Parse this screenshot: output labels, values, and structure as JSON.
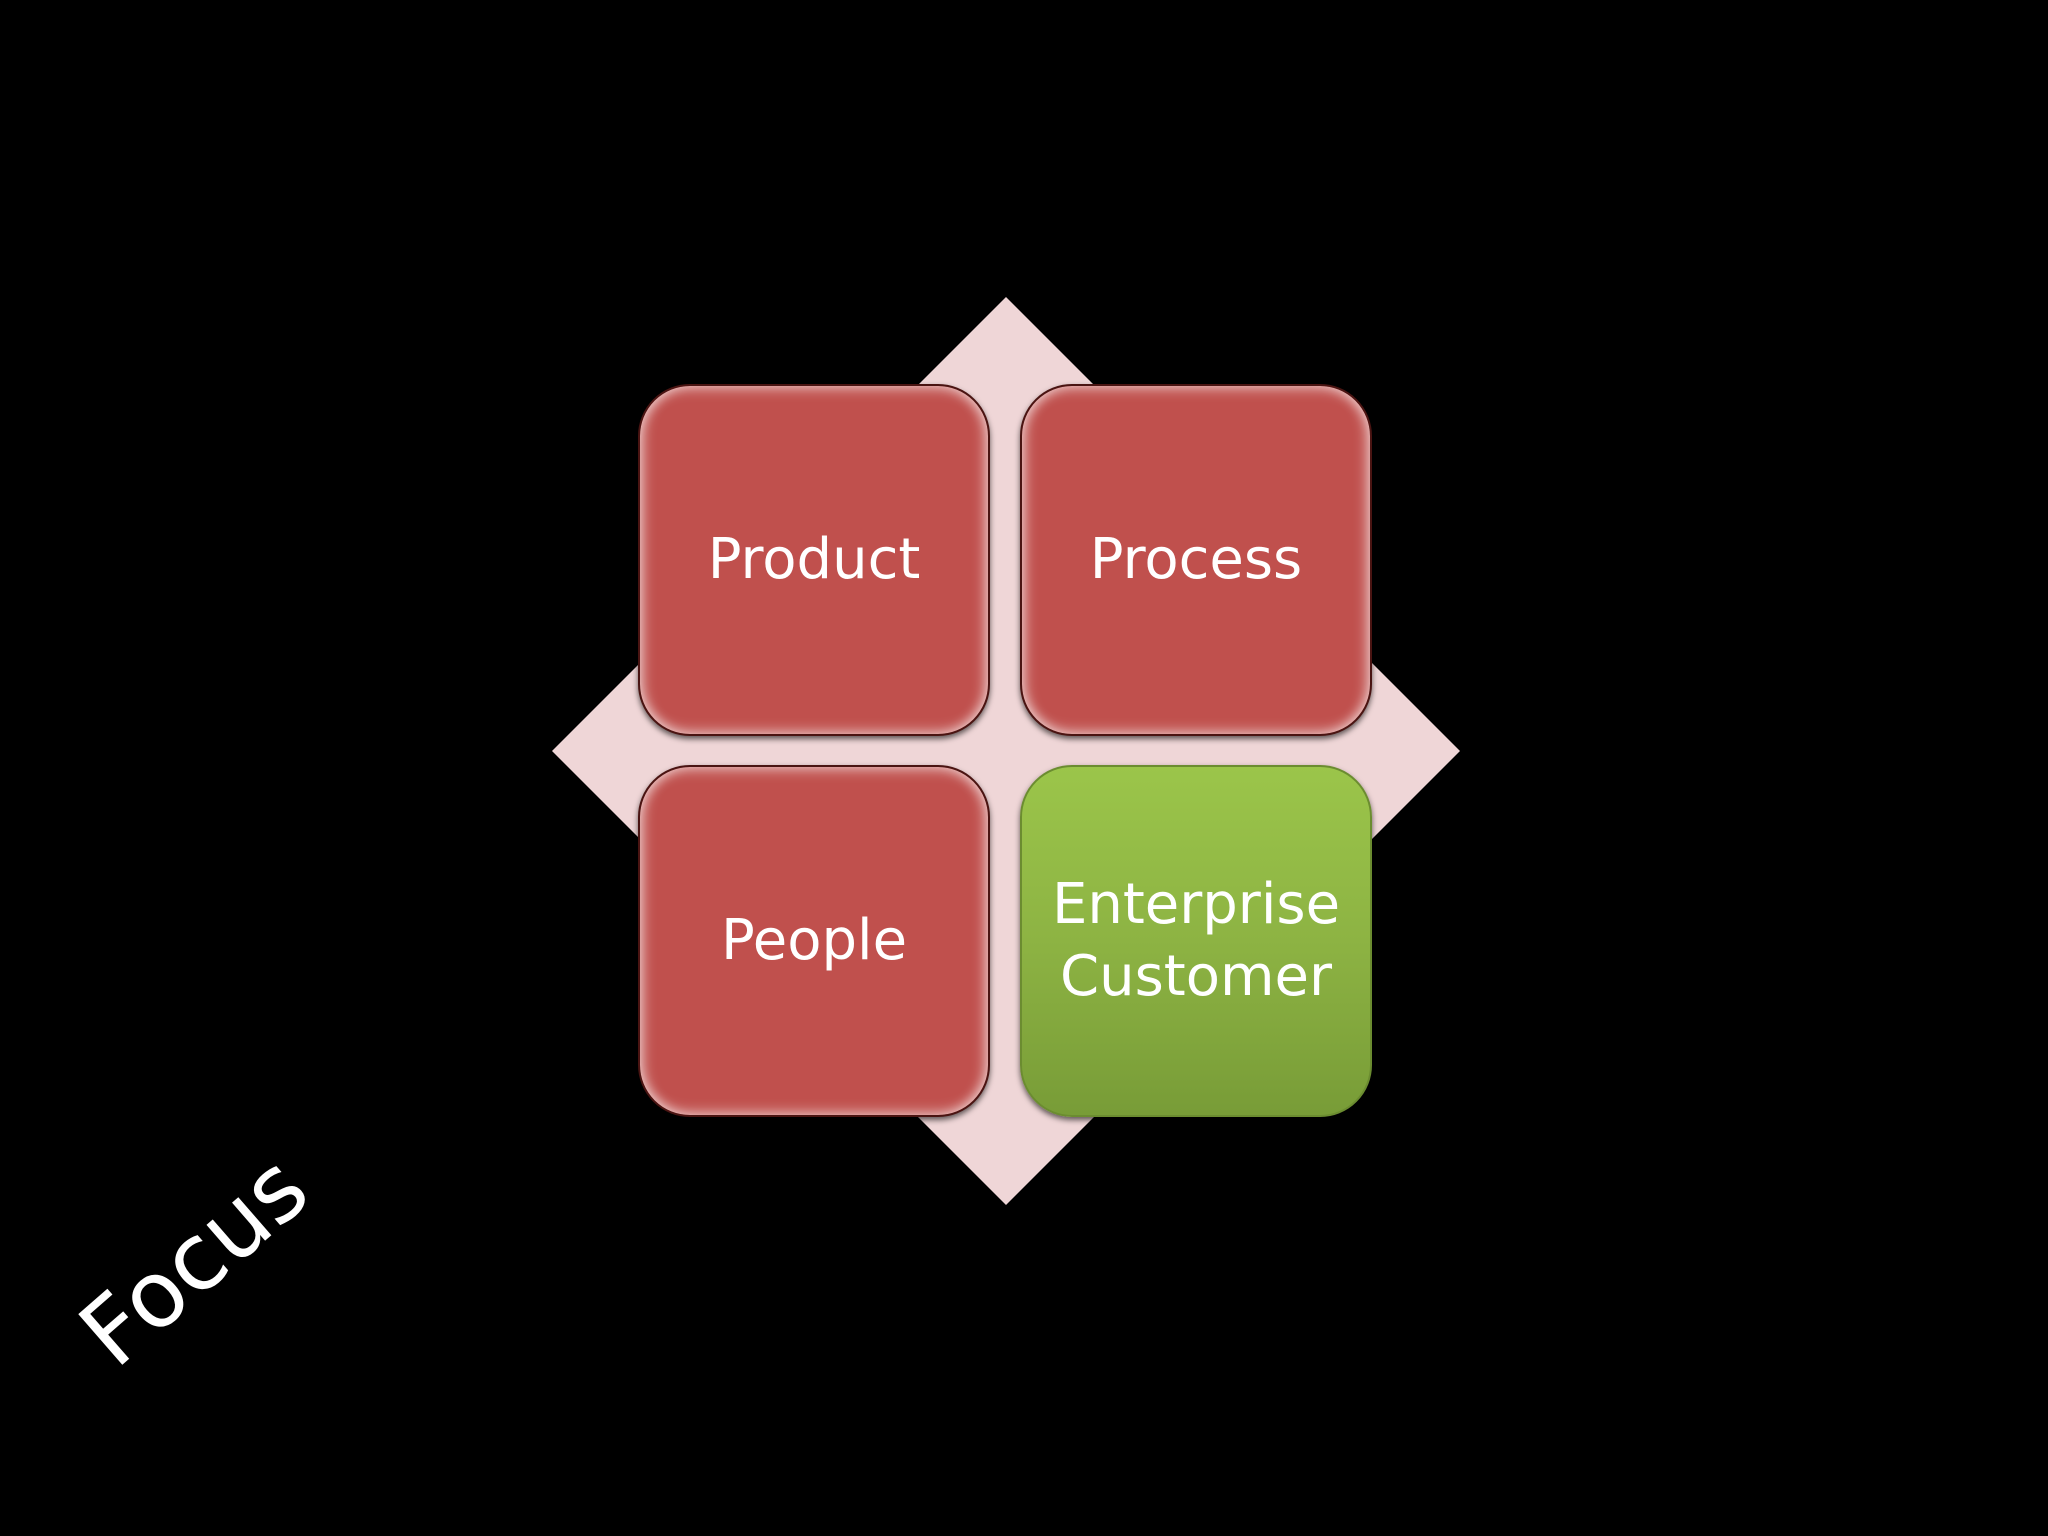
{
  "slide": {
    "background_color": "#000000",
    "diamond": {
      "color": "#efd6d7"
    },
    "tiles": [
      {
        "label_lines": [
          "Product"
        ],
        "color": "#c0504d"
      },
      {
        "label_lines": [
          "Process"
        ],
        "color": "#c0504d"
      },
      {
        "label_lines": [
          "People"
        ],
        "color": "#c0504d"
      },
      {
        "label_lines": [
          "Enterprise",
          "Customer"
        ],
        "color": "#8db343"
      }
    ],
    "focus_label": "Focus"
  }
}
